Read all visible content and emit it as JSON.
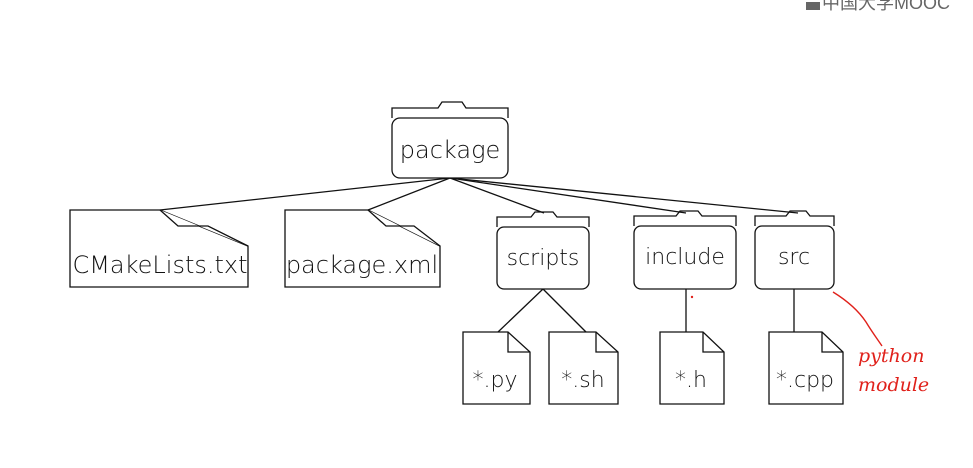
{
  "watermark": "中国大学MOOC",
  "root": {
    "label": "package"
  },
  "files": [
    {
      "id": "cmakelists",
      "label": "CMakeLists.txt"
    },
    {
      "id": "package_xml",
      "label": "package.xml"
    }
  ],
  "folders": [
    {
      "id": "scripts",
      "label": "scripts",
      "children": [
        "*.py",
        "*.sh"
      ]
    },
    {
      "id": "include",
      "label": "include",
      "children": [
        "*.h"
      ]
    },
    {
      "id": "src",
      "label": "src",
      "children": [
        "*.cpp"
      ]
    }
  ],
  "annotation": {
    "line1": "python",
    "line2": "module",
    "color": "#e0211b"
  }
}
